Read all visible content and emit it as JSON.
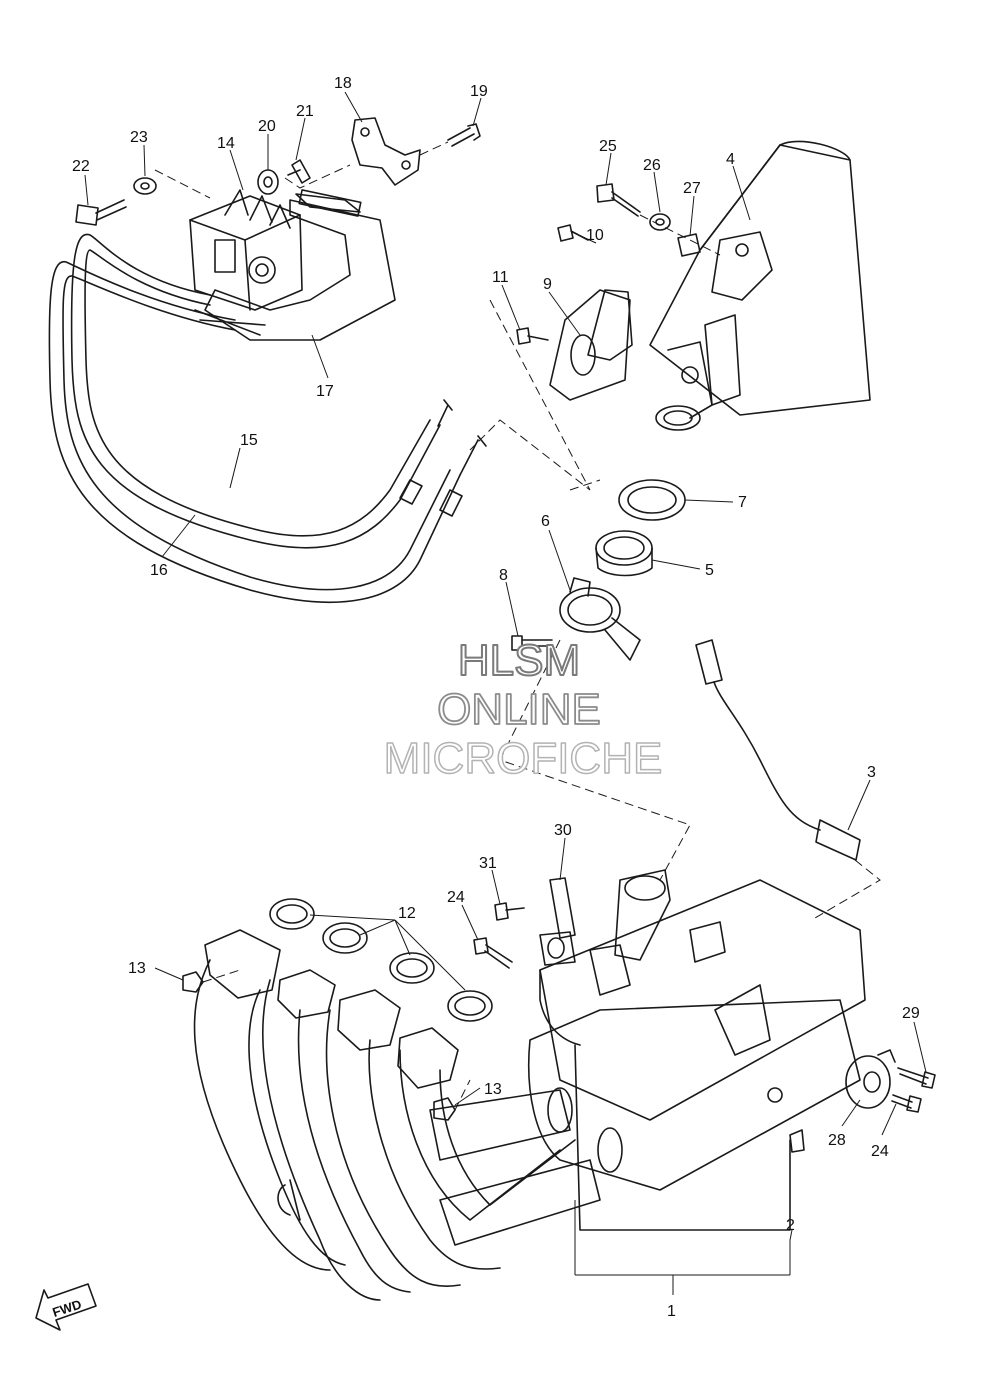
{
  "diagram": {
    "callouts": [
      "1",
      "2",
      "3",
      "4",
      "5",
      "6",
      "7",
      "8",
      "9",
      "10",
      "11",
      "12",
      "13",
      "13",
      "14",
      "15",
      "16",
      "17",
      "18",
      "19",
      "20",
      "21",
      "22",
      "23",
      "24",
      "24",
      "25",
      "26",
      "27",
      "28",
      "29",
      "30",
      "31"
    ]
  },
  "watermark": {
    "line1": "HLSM",
    "line2": "ONLINE",
    "line3": "MICROFICHE"
  },
  "direction_badge": {
    "label": "FWD"
  }
}
